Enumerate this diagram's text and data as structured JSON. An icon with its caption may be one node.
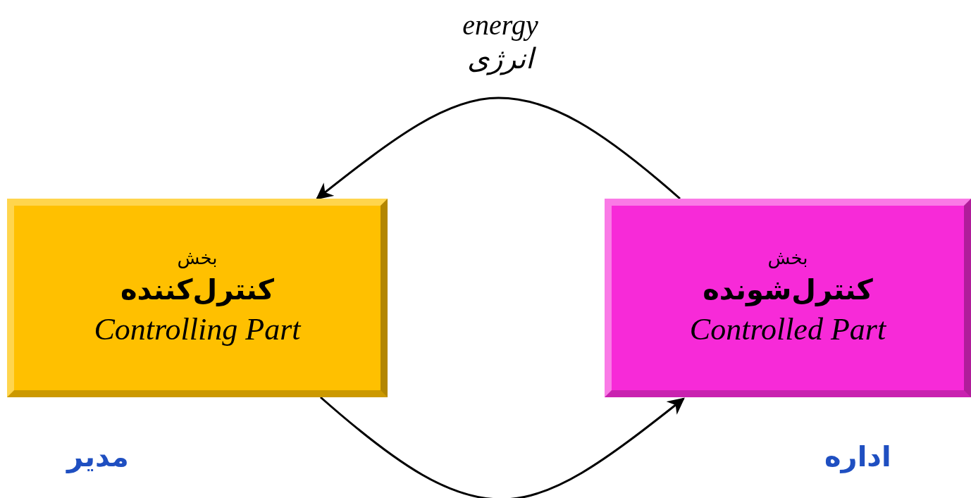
{
  "diagram": {
    "nodes": [
      {
        "text": [
          "بخش",
          "کنترل‌کننده",
          "Controlling Part"
        ]
      },
      {
        "text": [
          "بخش",
          "کنترل‌شونده",
          "Controlled Part"
        ]
      }
    ],
    "edges": [
      {
        "from": 1,
        "to": 0,
        "arrow": "to",
        "label": "energy انرژی"
      },
      {
        "from": 0,
        "to": 1,
        "arrow": "to"
      }
    ],
    "labels": [
      "مدیر",
      "اداره"
    ]
  }
}
